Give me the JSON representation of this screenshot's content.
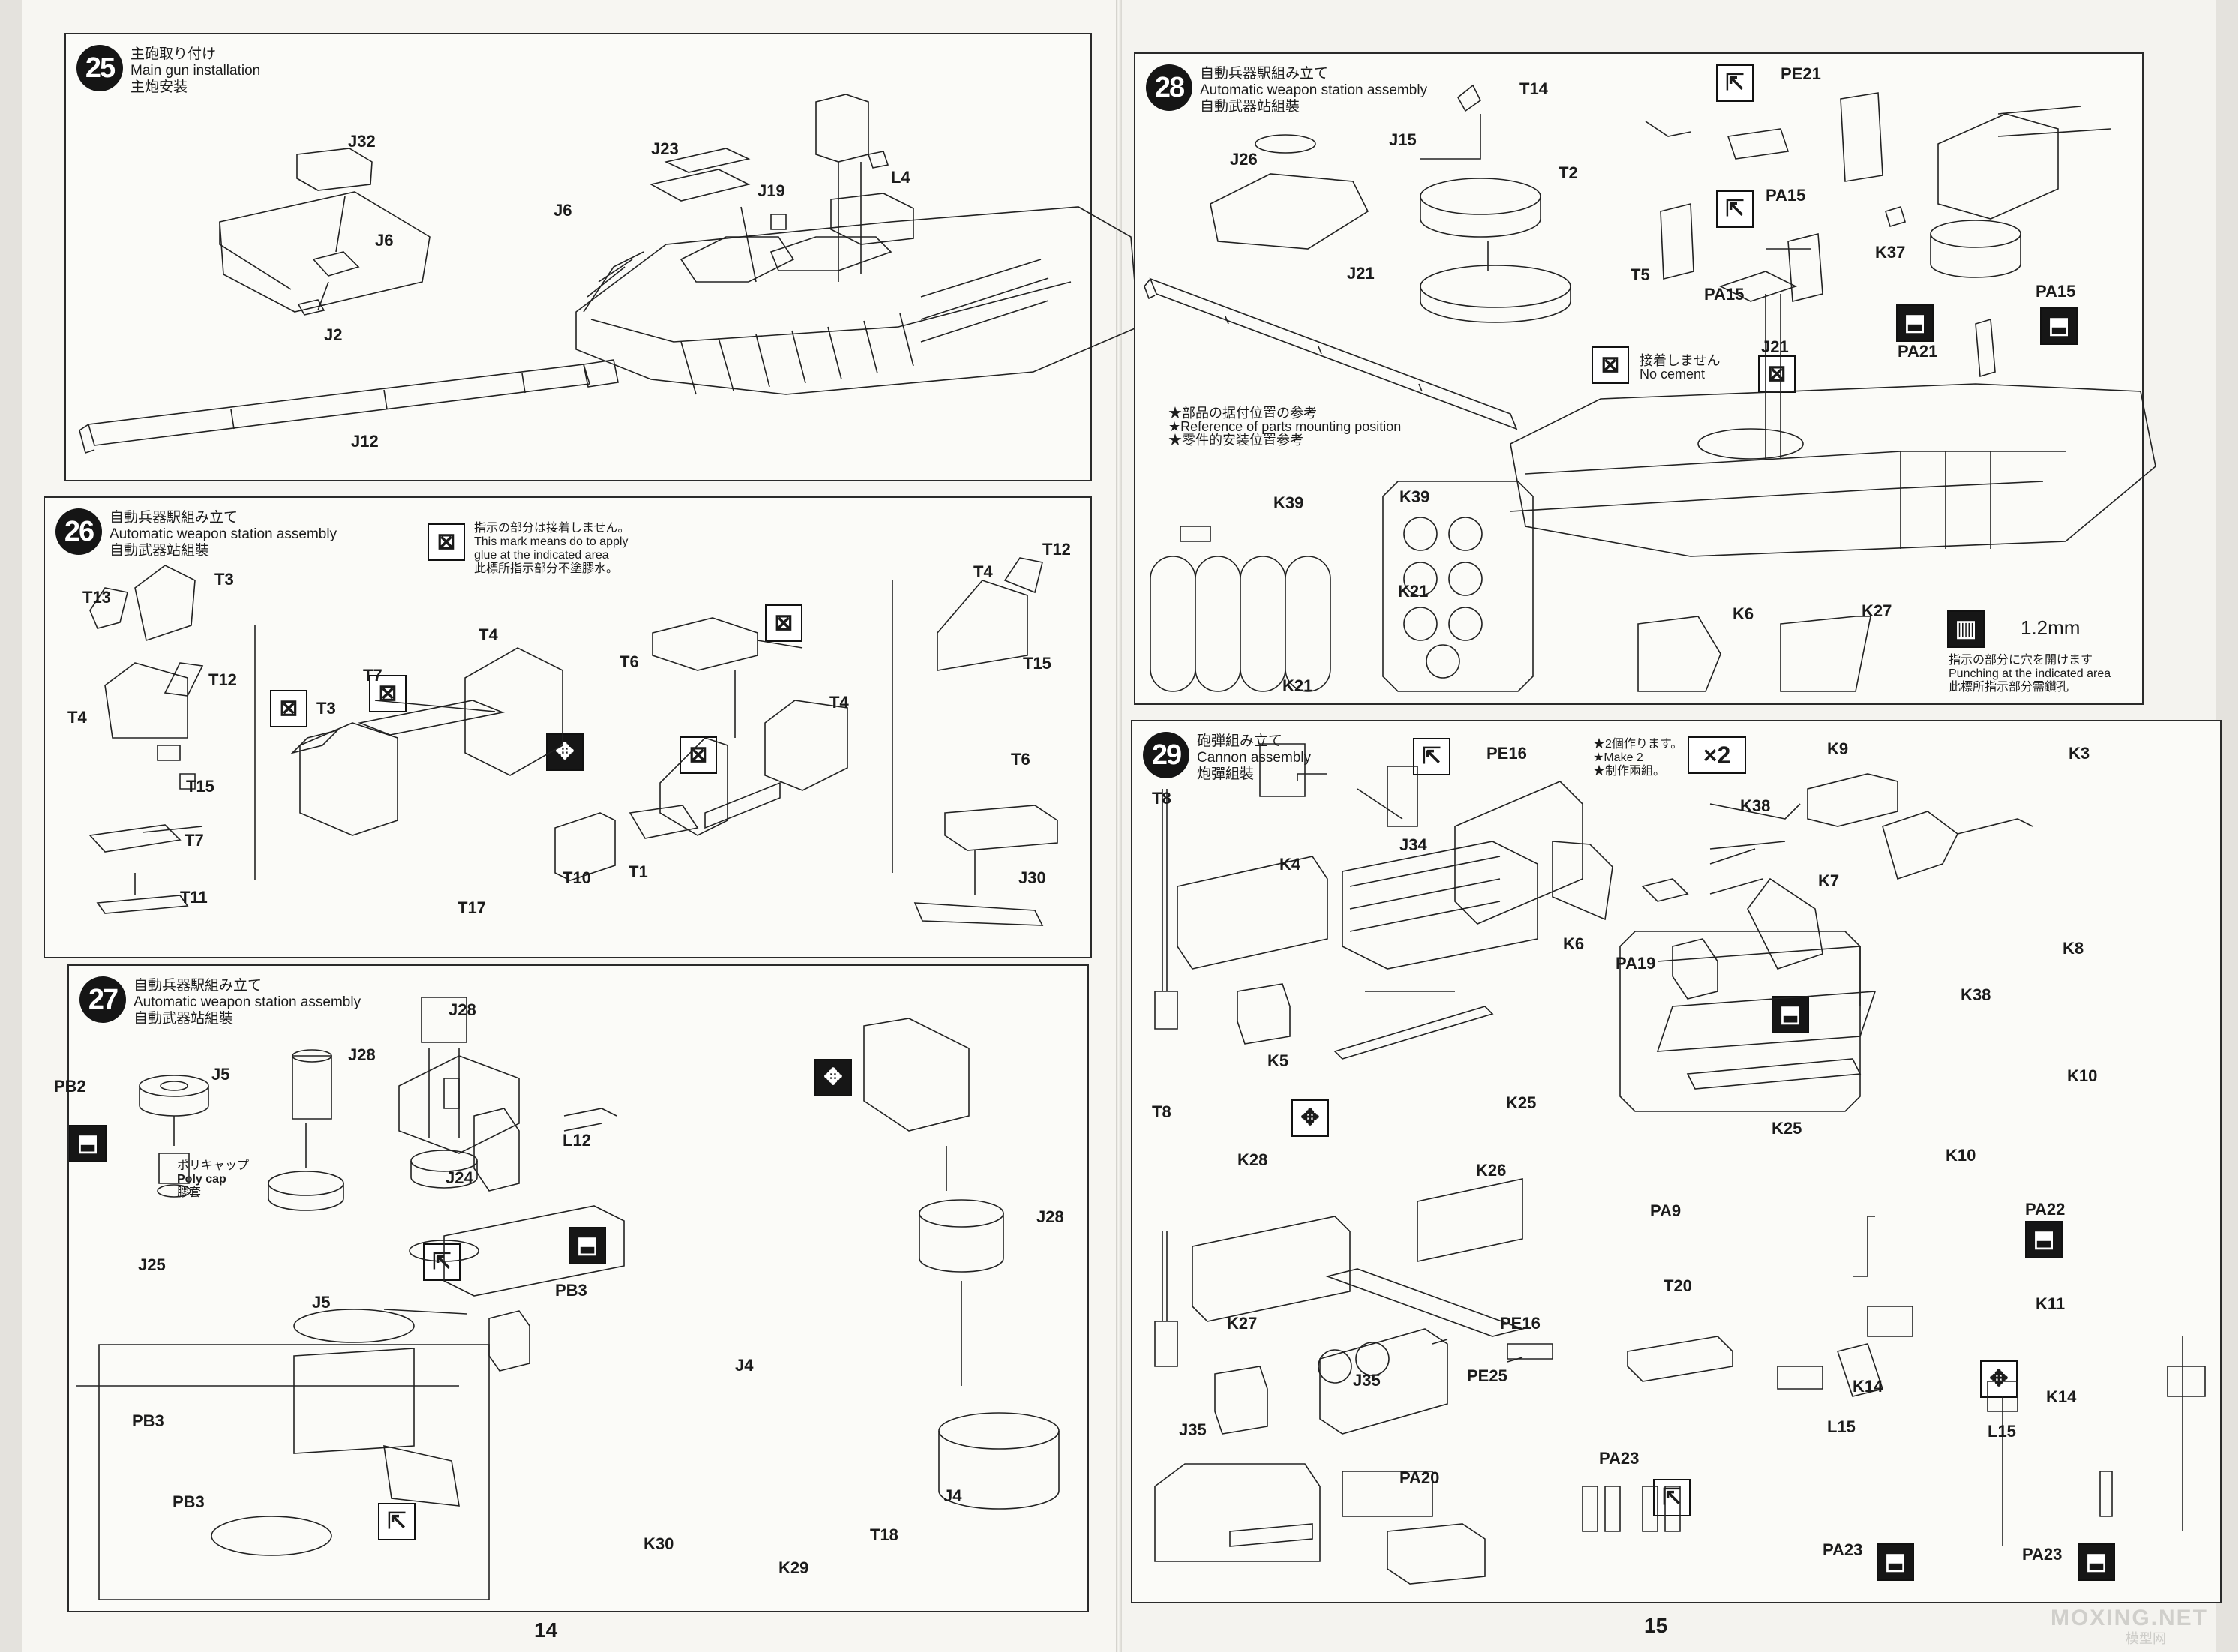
{
  "pages": {
    "left_number": "14",
    "right_number": "15"
  },
  "steps": {
    "s25": {
      "number": "25",
      "title_jp": "主砲取り付け",
      "title_en": "Main gun installation",
      "title_cn": "主炮安装",
      "parts": {
        "J32": "J32",
        "J6a": "J6",
        "J2": "J2",
        "J23": "J23",
        "J19": "J19",
        "L4": "L4",
        "J6b": "J6",
        "J12": "J12"
      }
    },
    "s26": {
      "number": "26",
      "title_jp": "自動兵器駅組み立て",
      "title_en": "Automatic weapon station assembly",
      "title_cn": "自動武器站組裝",
      "note_lines": [
        "指示の部分は接着しません。",
        "This mark means do to apply",
        "glue at the indicated area",
        "此標所指示部分不塗膠水。"
      ],
      "parts": {
        "T13": "T13",
        "T3a": "T3",
        "T12a": "T12",
        "T4a": "T4",
        "T15a": "T15",
        "T7a": "T7",
        "T11": "T11",
        "T3b": "T3",
        "T7b": "T7",
        "T4b": "T4",
        "T6a": "T6",
        "T4c": "T4",
        "T17": "T17",
        "T10": "T10",
        "T1": "T1",
        "T4d": "T4",
        "T12b": "T12",
        "T15b": "T15",
        "T6b": "T6",
        "J30": "J30"
      }
    },
    "s27": {
      "number": "27",
      "title_jp": "自動兵器駅組み立て",
      "title_en": "Automatic weapon station assembly",
      "title_cn": "自動武器站組裝",
      "polycap_lines": [
        "ポリキャップ",
        "Poly cap",
        "膠套"
      ],
      "parts": {
        "PB2": "PB2",
        "J5a": "J5",
        "J25": "J25",
        "J28a": "J28",
        "J5b": "J5",
        "J28b": "J28",
        "L12": "L12",
        "J24": "J24",
        "PB3a": "PB3",
        "PB3b": "PB3",
        "PB3c": "PB3",
        "J4a": "J4",
        "K30": "K30",
        "K29": "K29",
        "T18": "T18",
        "J28c": "J28",
        "J4b": "J4"
      }
    },
    "s28": {
      "number": "28",
      "title_jp": "自動兵器駅組み立て",
      "title_en": "Automatic weapon station assembly",
      "title_cn": "自動武器站組裝",
      "ref_lines": [
        "★部品の据付位置の参考",
        "★Reference of parts mounting position",
        "★零件的安装位置参考"
      ],
      "no_cement_lines": [
        "接着しません",
        "No cement"
      ],
      "punch_lines": [
        "指示の部分に穴を開けます",
        "Punching at the indicated area",
        "此標所指示部分需鑽孔"
      ],
      "drill_size": "1.2mm",
      "parts": {
        "T14": "T14",
        "J15": "J15",
        "J26": "J26",
        "T2": "T2",
        "J21a": "J21",
        "T5": "T5",
        "PE21": "PE21",
        "PA15a": "PA15",
        "PA15b": "PA15",
        "K37": "K37",
        "PA15c": "PA15",
        "J21b": "J21",
        "PA21": "PA21",
        "K39a": "K39",
        "K39b": "K39",
        "K21a": "K21",
        "K21b": "K21",
        "K6": "K6",
        "K27": "K27"
      }
    },
    "s29": {
      "number": "29",
      "title_jp": "砲弾組み立て",
      "title_en": "Cannon assembly",
      "title_cn": "炮彈組裝",
      "make2_lines": [
        "★2個作ります。",
        "★Make 2",
        "★制作兩組。"
      ],
      "times_two": "×2",
      "parts": {
        "T8a": "T8",
        "K4": "K4",
        "J34": "J34",
        "PE16a": "PE16",
        "K6": "K6",
        "K5": "K5",
        "K25a": "K25",
        "PA19": "PA19",
        "K25b": "K25",
        "K9": "K9",
        "K3": "K3",
        "K38a": "K38",
        "K7": "K7",
        "K8": "K8",
        "K38b": "K38",
        "T8b": "T8",
        "K28": "K28",
        "K26": "K26",
        "K27": "K27",
        "J35a": "J35",
        "PE16b": "PE16",
        "PE25": "PE25",
        "PA9": "PA9",
        "T20": "T20",
        "K10a": "K10",
        "K10b": "K10",
        "PA22": "PA22",
        "K11": "K11",
        "K14a": "K14",
        "K14b": "K14",
        "L15a": "L15",
        "L15b": "L15",
        "PA23a": "PA23",
        "PA23b": "PA23",
        "PA23c": "PA23",
        "J35b": "J35",
        "PA20": "PA20"
      }
    }
  },
  "watermark": {
    "main": "MOXING.NET",
    "sub": "模型网"
  }
}
